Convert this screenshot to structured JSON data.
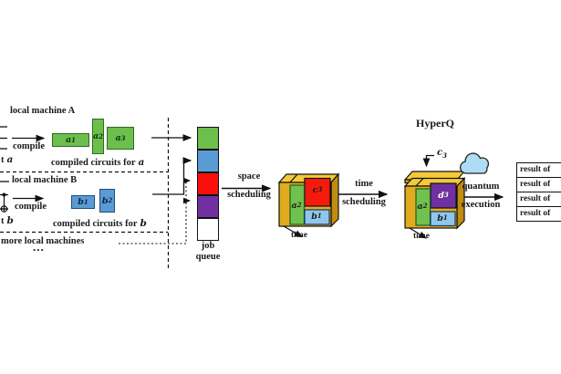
{
  "hyperq": "HyperQ",
  "machines": [
    {
      "title": "local machine A",
      "input_prefix": "t",
      "input_var": "a",
      "compile_label": "compile",
      "caption_prefix": "compiled circuits for",
      "caption_var": "a",
      "circuits": [
        {
          "base": "a",
          "sub": "1"
        },
        {
          "base": "a",
          "sub": "2"
        },
        {
          "base": "a",
          "sub": "3"
        }
      ]
    },
    {
      "title": "local machine B",
      "input_prefix": "t",
      "input_var": "b",
      "compile_label": "compile",
      "caption_prefix": "compiled circuits for",
      "caption_var": "b",
      "circuits": [
        {
          "base": "b",
          "sub": "1"
        },
        {
          "base": "b",
          "sub": "2"
        }
      ]
    }
  ],
  "more_machines": {
    "label": "more local machines",
    "ellipsis": "..."
  },
  "job_queue": {
    "line1": "job",
    "line2": "queue",
    "slot_colors": [
      "#6CBF4C",
      "#5B9BD5",
      "#FA0F0C",
      "#7030A0",
      "#FFFFFF"
    ]
  },
  "steps": {
    "space": {
      "line1": "space",
      "line2": "scheduling"
    },
    "time": {
      "line1": "time",
      "line2": "scheduling"
    },
    "quantum": {
      "line1": "quantum",
      "line2": "execution"
    }
  },
  "schedule_before": {
    "time_label": "time",
    "blocks": {
      "left": {
        "base": "a",
        "sub": "2"
      },
      "topright": {
        "base": "c",
        "sub": "3"
      },
      "bottomright": {
        "base": "b",
        "sub": "1"
      }
    }
  },
  "schedule_after": {
    "time_label": "time",
    "deferred": {
      "base": "c",
      "sub": "3"
    },
    "blocks": {
      "left": {
        "base": "a",
        "sub": "2"
      },
      "topright": {
        "base": "d",
        "sub": "3"
      },
      "bottomright": {
        "base": "b",
        "sub": "1"
      }
    }
  },
  "results": [
    {
      "label": "result of"
    },
    {
      "label": "result of"
    },
    {
      "label": "result of"
    },
    {
      "label": "result of"
    }
  ],
  "colors": {
    "circuit_green": "#6CBF4C",
    "circuit_green_border": "#2F6B1D",
    "circuit_blue": "#5B9BD5",
    "circuit_blue_border": "#1F4E79",
    "queue_red": "#FA0F0C",
    "queue_purple": "#7030A0",
    "cube_yellow_top": "#F4CA3A",
    "cube_yellow_front": "#E0AC1E",
    "cube_yellow_side": "#C08C12",
    "cube_red": "#F61A0E",
    "cube_purple": "#7030A0",
    "cube_light_blue": "#8FC7EC",
    "cloud_fill": "#AEDCF4",
    "line_color": "#111111"
  }
}
